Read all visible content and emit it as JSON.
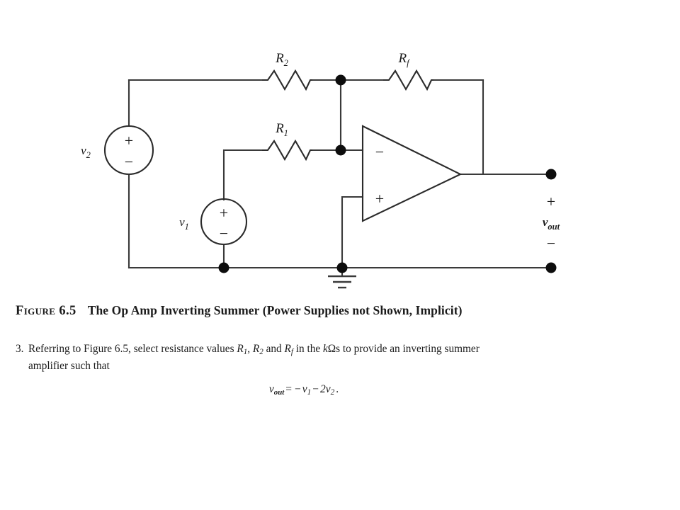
{
  "figure": {
    "caption_label": "Figure",
    "caption_number": "6.5",
    "caption_text": "The Op Amp Inverting Summer (Power Supplies not Shown, Implicit)",
    "diagram_type": "op-amp-inverting-summer-schematic"
  },
  "circuit": {
    "components": {
      "r2": {
        "label": "R",
        "subscript": "2",
        "name": "resistor-r2"
      },
      "rf": {
        "label": "R",
        "subscript": "f",
        "name": "resistor-rf"
      },
      "r1": {
        "label": "R",
        "subscript": "1",
        "name": "resistor-r1"
      },
      "v1": {
        "label": "v",
        "subscript": "1",
        "plus": "+",
        "minus": "−"
      },
      "v2": {
        "label": "v",
        "subscript": "2",
        "plus": "+",
        "minus": "−"
      },
      "opamp": {
        "inverting_input": "−",
        "noninverting_input": "+"
      },
      "output": {
        "label": "v",
        "subscript": "out",
        "plus": "+",
        "minus": "−"
      },
      "ground": {
        "name": "ground-symbol"
      }
    },
    "colors": {
      "wire": "#3a3a3a",
      "device": "#2b2b2b",
      "node": "#0d0d0d",
      "label": "#1b1b1b",
      "background": "#ffffff"
    }
  },
  "problem": {
    "number": "3.",
    "line1_a": "Referring to Figure 6.5, select resistance values ",
    "r1": "R",
    "r1_sub": "1",
    "sep1": ", ",
    "r2": "R",
    "r2_sub": "2",
    "sep2": " and ",
    "rf": "R",
    "rf_sub": "f",
    "line1_b": " in the ",
    "k_italic": "k",
    "ohm": "Ω",
    "line1_c": "s to provide an inverting summer",
    "line2": "amplifier such that",
    "equation": {
      "lhs": "v",
      "lhs_sub": "out",
      "eq": "=",
      "neg1": "−",
      "t1": "v",
      "t1_sub": "1",
      "minus": "−",
      "coeff": "2",
      "t2": "v",
      "t2_sub": "2",
      "period": "."
    }
  }
}
